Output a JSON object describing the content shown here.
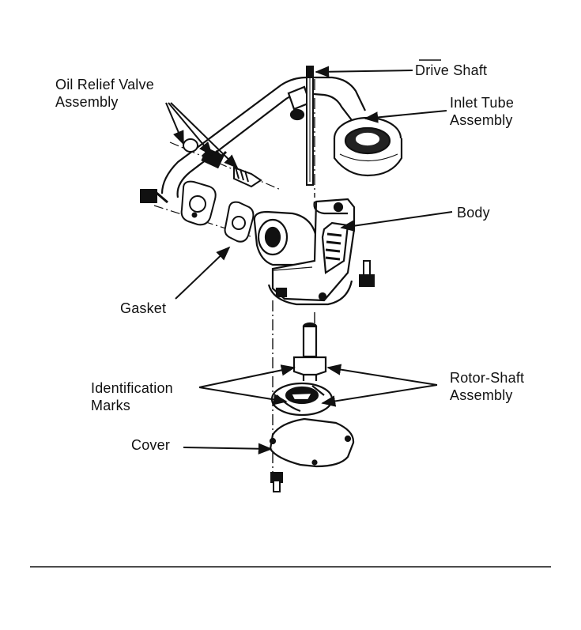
{
  "diagram": {
    "labels": {
      "drive_shaft": "Drive Shaft",
      "oil_relief_valve": [
        "Oil Relief Valve",
        "Assembly"
      ],
      "inlet_tube": [
        "Inlet Tube",
        "Assembly"
      ],
      "body": "Body",
      "gasket": "Gasket",
      "identification_marks": [
        "Identification",
        "Marks"
      ],
      "rotor_shaft": [
        "Rotor-Shaft",
        "Assembly"
      ],
      "cover": "Cover"
    },
    "colors": {
      "ink": "#111111",
      "paper": "#ffffff"
    }
  }
}
